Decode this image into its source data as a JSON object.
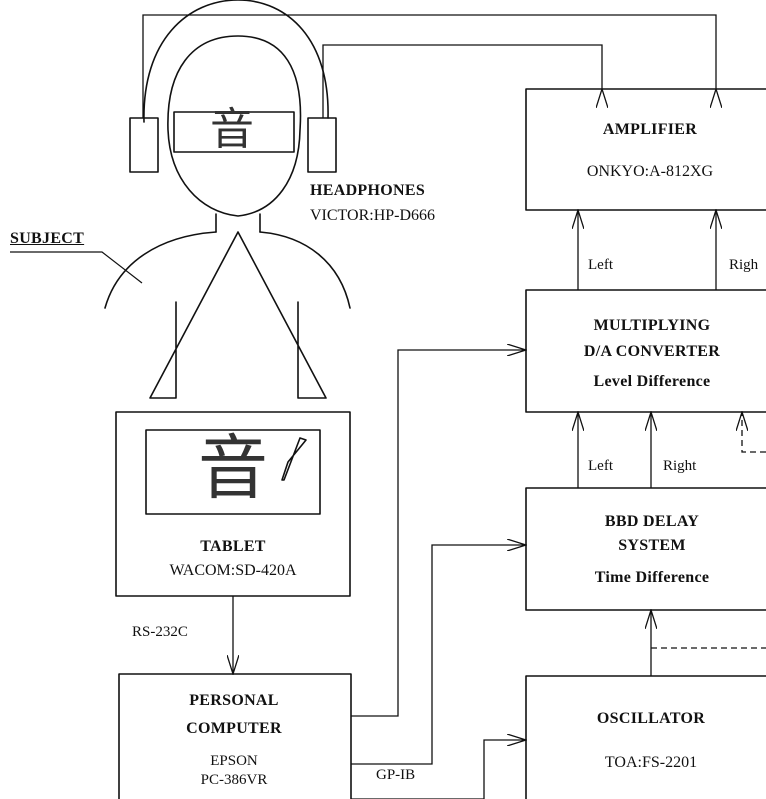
{
  "subject": {
    "label": "SUBJECT"
  },
  "headphones": {
    "title": "HEADPHONES",
    "model": "VICTOR:HP-D666"
  },
  "glyph": "音",
  "amplifier": {
    "title": "AMPLIFIER",
    "model": "ONKYO:A-812XG",
    "in_left": "Left",
    "in_right": "Righ"
  },
  "multiplier": {
    "title_line1": "MULTIPLYING",
    "title_line2": "D/A CONVERTER",
    "function": "Level Difference"
  },
  "bbd": {
    "title_line1": "BBD DELAY",
    "title_line2": "SYSTEM",
    "function": "Time Difference",
    "out_left": "Left",
    "out_right": "Right"
  },
  "tablet": {
    "title": "TABLET",
    "model": "WACOM:SD-420A"
  },
  "link_rs232": "RS-232C",
  "computer": {
    "title_line1": "PERSONAL",
    "title_line2": "COMPUTER",
    "model_line1": "EPSON",
    "model_line2": "PC-386VR"
  },
  "link_gpib": "GP-IB",
  "oscillator": {
    "title": "OSCILLATOR",
    "model": "TOA:FS-2201"
  }
}
